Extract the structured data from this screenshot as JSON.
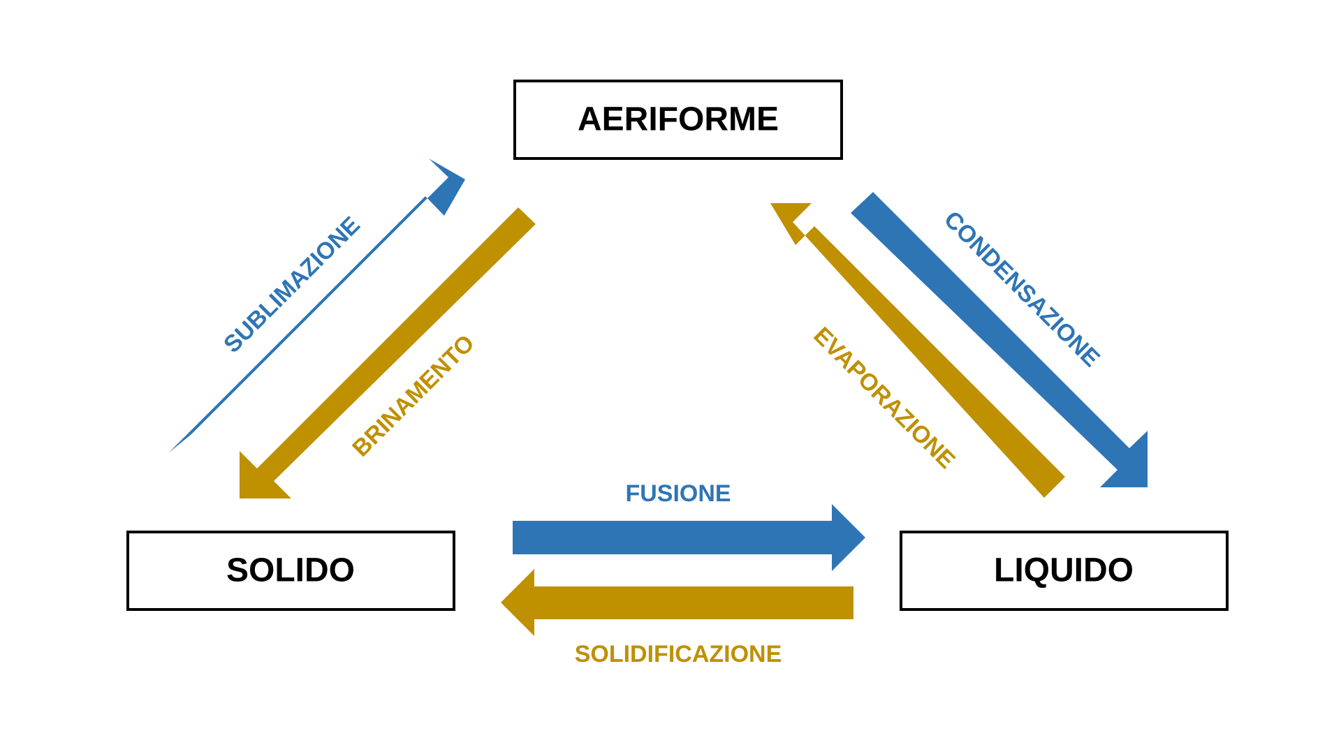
{
  "colors": {
    "blue": "#2e75b6",
    "gold": "#bf9000",
    "box_border": "#000000",
    "text": "#000000",
    "background": "#ffffff"
  },
  "states": {
    "aeriforme": "AERIFORME",
    "solido": "SOLIDO",
    "liquido": "LIQUIDO"
  },
  "transitions": {
    "sublimazione": "SUBLIMAZIONE",
    "brinamento": "BRINAMENTO",
    "condensazione": "CONDENSAZIONE",
    "evaporazione": "EVAPORAZIONE",
    "fusione": "FUSIONE",
    "solidificazione": "SOLIDIFICAZIONE"
  }
}
